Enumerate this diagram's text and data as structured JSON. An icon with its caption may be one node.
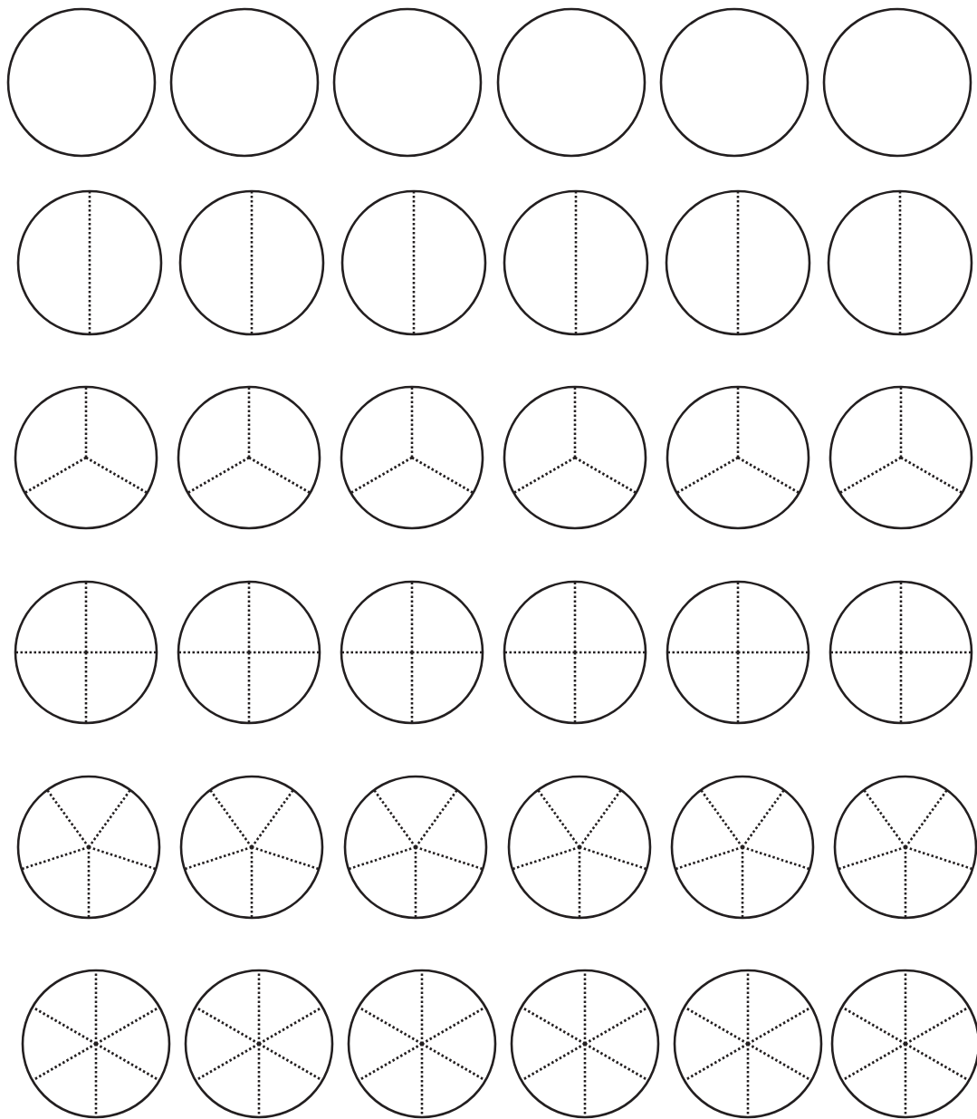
{
  "diagram": {
    "nodes": [
      {
        "text": [],
        "shape": "circle"
      },
      {
        "text": [],
        "shape": "circle"
      },
      {
        "text": [],
        "shape": "circle"
      },
      {
        "text": [],
        "shape": "circle"
      },
      {
        "text": [],
        "shape": "circle"
      },
      {
        "text": [],
        "shape": "circle"
      },
      {
        "text": [],
        "shape": "circle"
      },
      {
        "text": [],
        "shape": "circle"
      },
      {
        "text": [],
        "shape": "circle"
      },
      {
        "text": [],
        "shape": "circle"
      },
      {
        "text": [],
        "shape": "circle"
      },
      {
        "text": [],
        "shape": "circle"
      },
      {
        "text": [],
        "shape": "circle"
      },
      {
        "text": [],
        "shape": "circle"
      },
      {
        "text": [],
        "shape": "circle"
      },
      {
        "text": [],
        "shape": "circle"
      },
      {
        "text": [],
        "shape": "circle"
      },
      {
        "text": [],
        "shape": "circle"
      },
      {
        "text": [],
        "shape": "circle"
      },
      {
        "text": [],
        "shape": "circle"
      },
      {
        "text": [],
        "shape": "circle"
      },
      {
        "text": [],
        "shape": "circle"
      },
      {
        "text": [],
        "shape": "circle"
      },
      {
        "text": [],
        "shape": "circle"
      },
      {
        "text": [],
        "shape": "circle"
      },
      {
        "text": [],
        "shape": "circle"
      },
      {
        "text": [],
        "shape": "circle"
      },
      {
        "text": [],
        "shape": "circle"
      },
      {
        "text": [],
        "shape": "circle"
      },
      {
        "text": [],
        "shape": "circle"
      },
      {
        "text": [],
        "shape": "circle"
      },
      {
        "text": [],
        "shape": "circle"
      },
      {
        "text": [],
        "shape": "circle"
      },
      {
        "text": [],
        "shape": "circle"
      },
      {
        "text": [],
        "shape": "circle"
      },
      {
        "text": [],
        "shape": "circle"
      }
    ]
  }
}
